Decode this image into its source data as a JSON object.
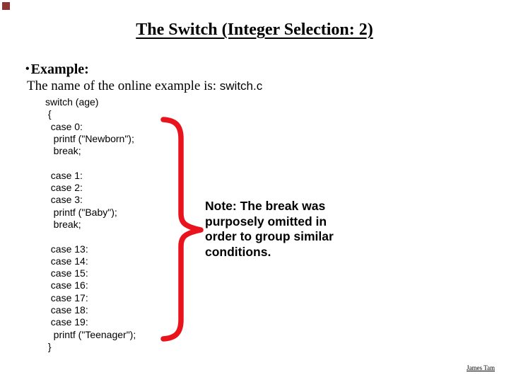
{
  "slide": {
    "corner_square_color": "#8e3434",
    "title": "The Switch (Integer Selection: 2)",
    "bullet_glyph": "•",
    "example_label": "Example:",
    "sentence_text": "The name of the online example is: ",
    "sentence_code": "switch.c",
    "code": "switch (age)\n {\n  case 0:\n   printf (\"Newborn\");\n   break;\n\n  case 1:\n  case 2:\n  case 3:\n   printf (\"Baby\");\n   break;\n\n  case 13:\n  case 14:\n  case 15:\n  case 16:\n  case 17:\n  case 18:\n  case 19:\n   printf (\"Teenager\");\n }",
    "brace_color": "#e8131c",
    "note_lines": {
      "0": "Note: The break was",
      "1": "purposely omitted in",
      "2": "order to group similar",
      "3": "conditions."
    },
    "footer": "James Tam"
  }
}
